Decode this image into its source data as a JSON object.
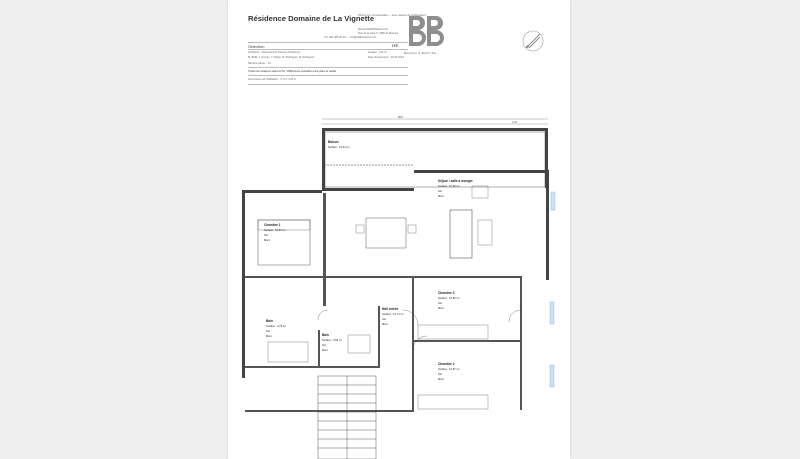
{
  "document": {
    "title": "Résidence Domaine de La Vignette",
    "header_note": "Photos non contractuelles — sous réserve de modifications",
    "company": "Bureau Ballif Bâtiment SA",
    "company_address": "Rue de la Gare 5, 1890 St-Maurice",
    "company_contacts": "Tél. 024 485 00 00 — info@ballif-batiment.ch",
    "logo_text": "Baudraz & Ballif SA",
    "selection_label": "Sélection",
    "selection_value": "HE",
    "info_rows": [
      "Architecte : Dénervaud et Derivaz Architectes",
      "M. Ballif, J. Ducrey, Y. Ritzen, B. Rodriguez, M. Rodriguez",
      "Nombre pièces : 4½"
    ],
    "info_right": [
      "Surface : 116 m²",
      "Date d'impression : 29.04.2024"
    ],
    "disclaimer": "Toutes les cotations valent à 5% ! Différences possibles entre plans et réalité.",
    "footnote": "Dimensions de l'habitation : 2,74 x 4,52 m"
  },
  "floorplan": {
    "rooms": [
      {
        "name": "Balcon",
        "surface": "Surface : 19.44 m²"
      },
      {
        "name": "Séjour / salle à manger",
        "surface": "Surface : 37.69 m²"
      },
      {
        "name": "Chambre 1",
        "surface": "Surface : 16.50 m²"
      },
      {
        "name": "Hall entrée",
        "surface": "Surface : 12.74 m²"
      },
      {
        "name": "Chambre 3",
        "surface": "Surface : 13.80 m²"
      },
      {
        "name": "Bain",
        "surface": "Surface : 4.76 m²"
      },
      {
        "name": "Bain",
        "surface": "Surface : 3.84 m²"
      },
      {
        "name": "Chambre 2",
        "surface": "Surface : 12.87 m²"
      }
    ],
    "room_details": [
      "Sol",
      "Murs"
    ],
    "dimension_top": "800",
    "dimension_sub": "2.24"
  }
}
